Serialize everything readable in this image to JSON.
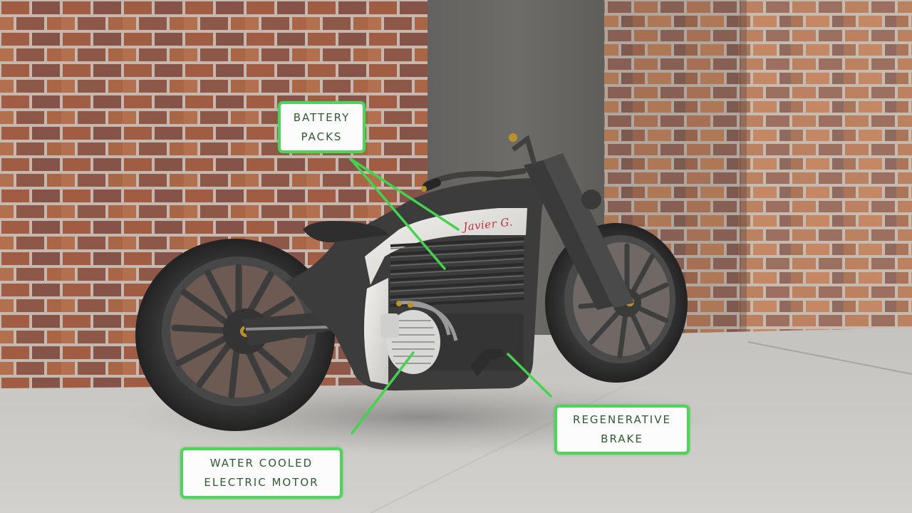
{
  "image": {
    "description": "Rendered electric cafe-racer style motorcycle in front of a brick wall with a grey doorway, on a concrete floor, with green annotation callouts",
    "colors": {
      "brick_dark": "#7a4a3c",
      "brick_mid": "#a35a3f",
      "brick_light": "#b9794f",
      "mortar": "#c8beb5",
      "door_grey": "#6c6a66",
      "floor": "#cfcdc9",
      "bike_body_dark": "#3b3b3b",
      "bike_panel_white": "#e8e7e4",
      "callout_border": "#4fd35a",
      "callout_text": "#2f5a33",
      "leader_line": "#45d24f",
      "brass_accent": "#b8932d"
    }
  },
  "callouts": {
    "battery": {
      "lines": [
        "BATTERY",
        "PACKS"
      ]
    },
    "motor": {
      "lines": [
        "WATER COOLED",
        "ELECTRIC MOTOR"
      ]
    },
    "brake": {
      "lines": [
        "REGENERATIVE",
        "BRAKE"
      ]
    }
  },
  "bike": {
    "tank_signature": "Javier G."
  }
}
